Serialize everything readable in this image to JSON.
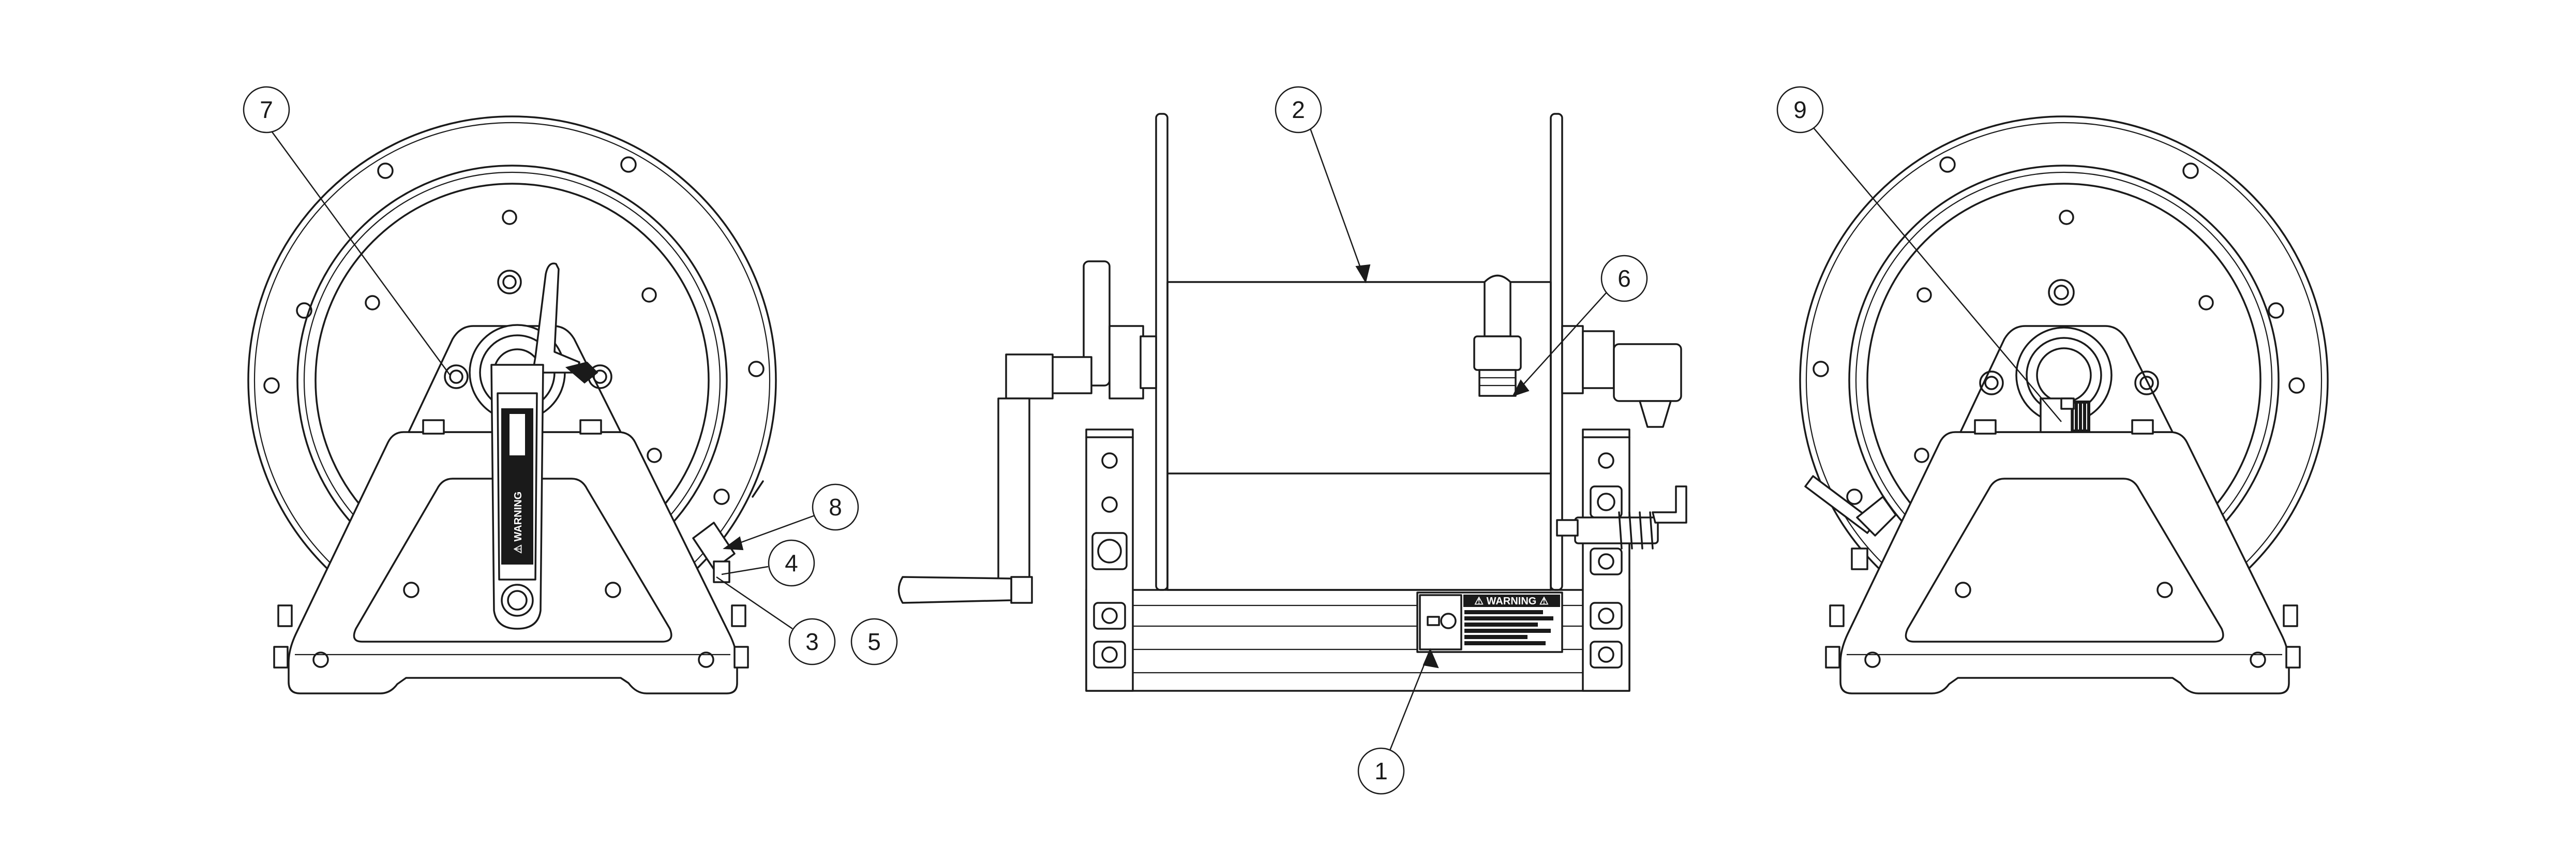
{
  "callouts": [
    {
      "id": "1",
      "label": "1"
    },
    {
      "id": "2",
      "label": "2"
    },
    {
      "id": "3",
      "label": "3"
    },
    {
      "id": "4",
      "label": "4"
    },
    {
      "id": "5",
      "label": "5"
    },
    {
      "id": "6",
      "label": "6"
    },
    {
      "id": "7",
      "label": "7"
    },
    {
      "id": "8",
      "label": "8"
    },
    {
      "id": "9",
      "label": "9"
    }
  ],
  "labels": {
    "warning_header": "⚠ WARNING ⚠",
    "handle_warning": "⚠ WARNING"
  },
  "colors": {
    "line": "#1a1a1a",
    "background": "#ffffff"
  }
}
